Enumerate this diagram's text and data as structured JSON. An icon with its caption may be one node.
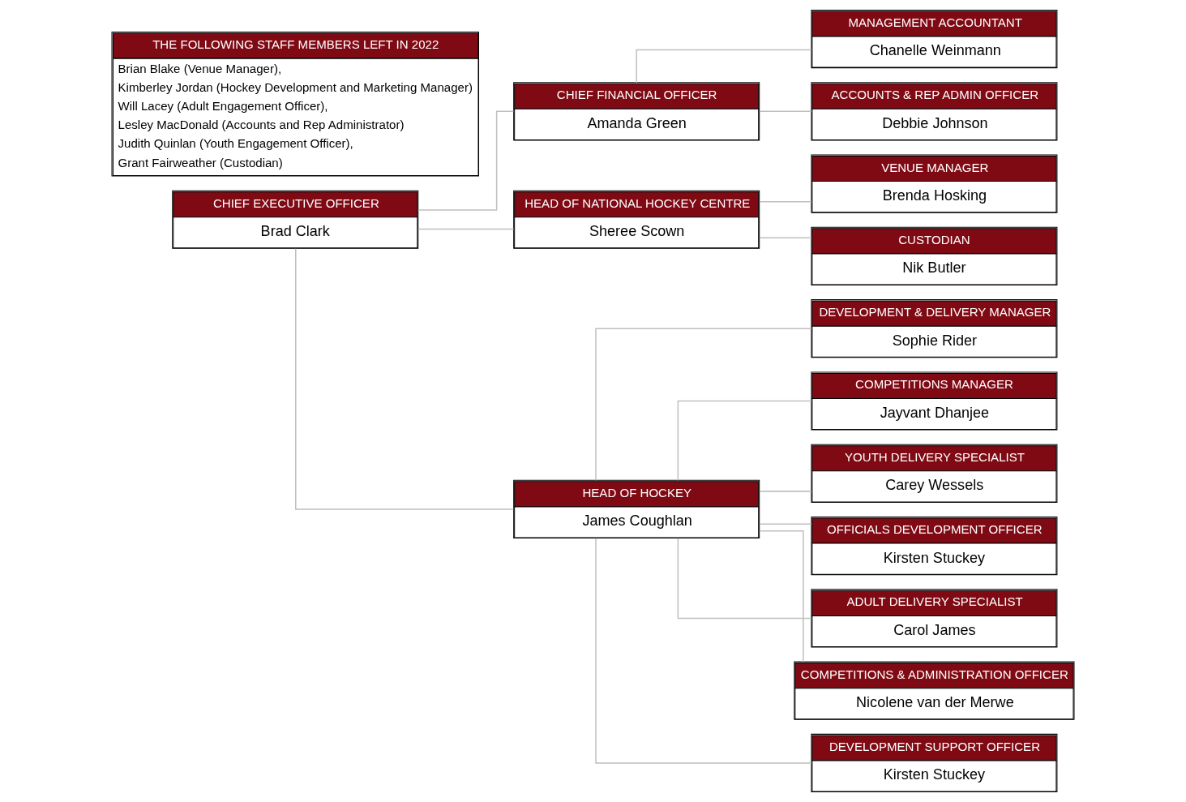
{
  "diagram": {
    "nodes": [
      {
        "text": [
          "CHIEF EXECUTIVE OFFICER",
          "Brad Clark"
        ]
      },
      {
        "text": [
          "CHIEF FINANCIAL OFFICER",
          "Amanda Green"
        ]
      },
      {
        "text": [
          "HEAD OF NATIONAL HOCKEY CENTRE",
          "Sheree Scown"
        ]
      },
      {
        "text": [
          "HEAD OF HOCKEY",
          "James Coughlan"
        ]
      },
      {
        "text": [
          "MANAGEMENT ACCOUNTANT",
          "Chanelle Weinmann"
        ]
      },
      {
        "text": [
          "ACCOUNTS & REP ADMIN OFFICER",
          "Debbie Johnson"
        ]
      },
      {
        "text": [
          "VENUE MANAGER",
          "Brenda Hosking"
        ]
      },
      {
        "text": [
          "CUSTODIAN",
          "Nik Butler"
        ]
      },
      {
        "text": [
          "DEVELOPMENT & DELIVERY MANAGER",
          "Sophie Rider"
        ]
      },
      {
        "text": [
          "COMPETITIONS MANAGER",
          "Jayvant Dhanjee"
        ]
      },
      {
        "text": [
          "YOUTH DELIVERY SPECIALIST",
          "Carey Wessels"
        ]
      },
      {
        "text": [
          "OFFICIALS DEVELOPMENT OFFICER",
          "Kirsten Stuckey"
        ]
      },
      {
        "text": [
          "ADULT DELIVERY SPECIALIST",
          "Carol James"
        ]
      },
      {
        "text": [
          "COMPETITIONS & ADMINISTRATION OFFICER",
          "Nicolene van der Merwe"
        ]
      },
      {
        "text": [
          "DEVELOPMENT SUPPORT OFFICER",
          "Kirsten Stuckey"
        ]
      },
      {
        "text": [
          "THE FOLLOWING STAFF MEMBERS LEFT IN 2022",
          "Brian Blake (Venue Manager),",
          "Kimberley Jordan (Hockey Development and Marketing Manager)",
          "Will Lacey (Adult Engagement Officer),",
          "Lesley MacDonald (Accounts and Rep Administrator)",
          "Judith Quinlan (Youth Engagement Officer),",
          "Grant Fairweather (Custodian)"
        ]
      }
    ],
    "edges": [
      {
        "from": 0,
        "to": 1,
        "arrow": "none"
      },
      {
        "from": 0,
        "to": 2,
        "arrow": "none"
      },
      {
        "from": 0,
        "to": 3,
        "arrow": "none"
      },
      {
        "from": 1,
        "to": 4,
        "arrow": "none"
      },
      {
        "from": 1,
        "to": 5,
        "arrow": "none"
      },
      {
        "from": 2,
        "to": 6,
        "arrow": "none"
      },
      {
        "from": 2,
        "to": 7,
        "arrow": "none"
      },
      {
        "from": 3,
        "to": 8,
        "arrow": "none"
      },
      {
        "from": 3,
        "to": 9,
        "arrow": "none"
      },
      {
        "from": 3,
        "to": 10,
        "arrow": "none"
      },
      {
        "from": 3,
        "to": 11,
        "arrow": "none"
      },
      {
        "from": 3,
        "to": 12,
        "arrow": "none"
      },
      {
        "from": 3,
        "to": 13,
        "arrow": "none"
      },
      {
        "from": 3,
        "to": 14,
        "arrow": "none"
      }
    ]
  }
}
